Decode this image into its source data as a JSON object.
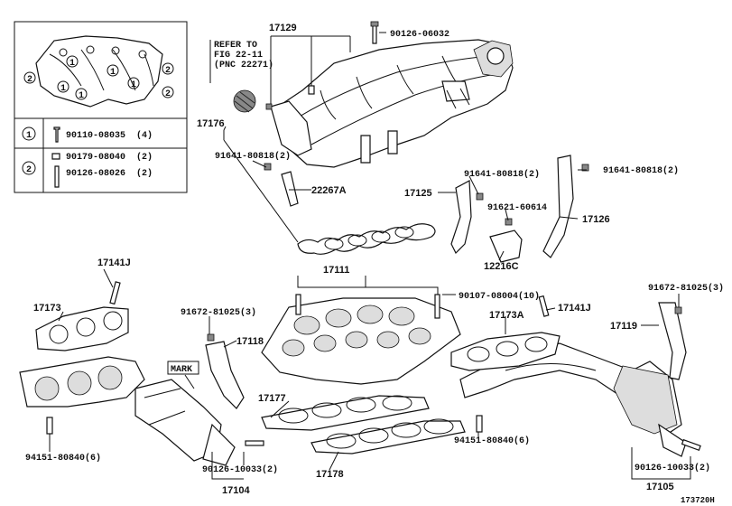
{
  "inset": {
    "legend": [
      {
        "mark": "1",
        "part": "90110-08035",
        "qty": "(4)"
      },
      {
        "mark": "2",
        "part": "90179-08040",
        "qty": "(2)"
      },
      {
        "mark": "2",
        "part": "90126-08026",
        "qty": "(2)"
      }
    ],
    "callouts": [
      "2",
      "1",
      "1",
      "1",
      "2",
      "2",
      "1",
      "1"
    ]
  },
  "refer_note": [
    "REFER TO",
    "FIG 22-11",
    "(PNC 22271)"
  ],
  "mark_label": "MARK",
  "labels": {
    "p17129": "17129",
    "p90126_06032": "90126-06032",
    "p17176": "17176",
    "p91641_left": "91641-80818(2)",
    "p22267A": "22267A",
    "p91641_mid": "91641-80818(2)",
    "p91641_right": "91641-80818(2)",
    "p17125": "17125",
    "p91621": "91621-60614",
    "p17126": "17126",
    "p12216C": "12216C",
    "p17141J_top": "17141J",
    "p17111": "17111",
    "p90107": "90107-08004(10)",
    "p17141J_right": "17141J",
    "p17173": "17173",
    "p91672_left": "91672-81025(3)",
    "p17118": "17118",
    "p17173A": "17173A",
    "p91672_right": "91672-81025(3)",
    "p17119": "17119",
    "p17177": "17177",
    "p94151_left": "94151-80840(6)",
    "p94151_mid": "94151-80840(6)",
    "p90126_left": "90126-10033(2)",
    "p90126_right": "90126-10033(2)",
    "p17178": "17178",
    "p17104": "17104",
    "p17105": "17105"
  },
  "figure_id": "173720H"
}
